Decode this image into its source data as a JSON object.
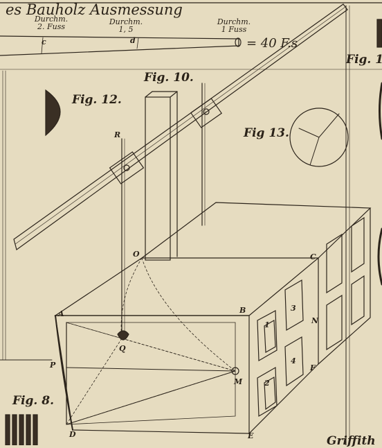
{
  "header": {
    "title": "es Bauholz Ausmessung",
    "col1_line1": "Durchm.",
    "col1_line2": "2. Fuss",
    "col2_line1": "Durchm.",
    "col2_line2": "1, 5",
    "col3_line1": "Durchm.",
    "col3_line2": "1 Fuss",
    "result": "= 40 F.s"
  },
  "figures": {
    "fig10": "Fig. 10.",
    "fig12": "Fig. 12.",
    "fig13": "Fig 13.",
    "fig8": "Fig. 8.",
    "fig1_partial": "Fig. 1",
    "bottom_partial": "Griffith"
  },
  "letters": {
    "c": "c",
    "d": "d",
    "R": "R",
    "O": "O",
    "C": "C",
    "A": "A",
    "B": "B",
    "Q": "Q",
    "P": "P",
    "M": "M",
    "N": "N",
    "F": "F",
    "D": "D",
    "E": "E",
    "n1": "1",
    "n2": "2",
    "n3": "3",
    "n4": "4"
  },
  "colors": {
    "paper": "#e6dcc0",
    "ink": "#2c241b"
  }
}
